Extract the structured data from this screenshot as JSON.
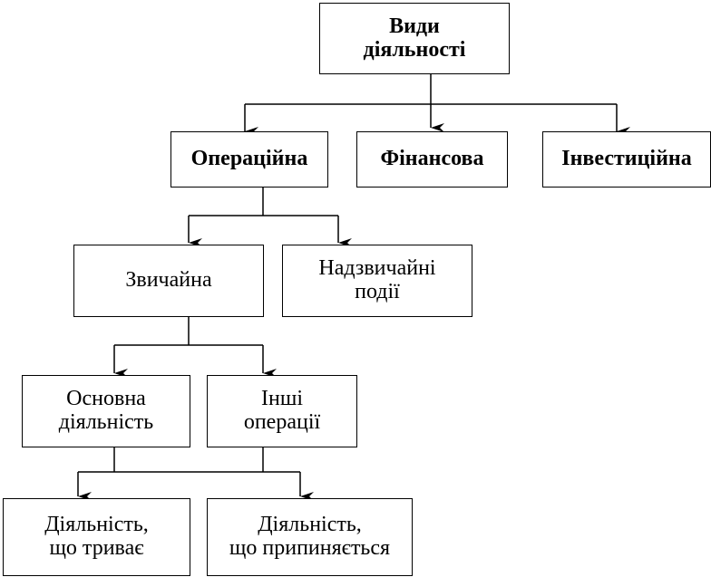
{
  "diagram": {
    "root": {
      "label": "Види\nдіяльності"
    },
    "level1": {
      "operational": {
        "label": "Операційна"
      },
      "financial": {
        "label": "Фінансова"
      },
      "investment": {
        "label": "Інвестиційна"
      }
    },
    "level2": {
      "ordinary": {
        "label": "Звичайна"
      },
      "extraordinary": {
        "label": "Надзвичайні\nподії"
      }
    },
    "level3": {
      "main": {
        "label": "Основна\nдіяльність"
      },
      "other": {
        "label": "Інші\nоперації"
      }
    },
    "level4": {
      "continuing": {
        "label": "Діяльність,\nщо триває"
      },
      "discontinued": {
        "label": "Діяльність,\nщо припиняється"
      }
    }
  }
}
